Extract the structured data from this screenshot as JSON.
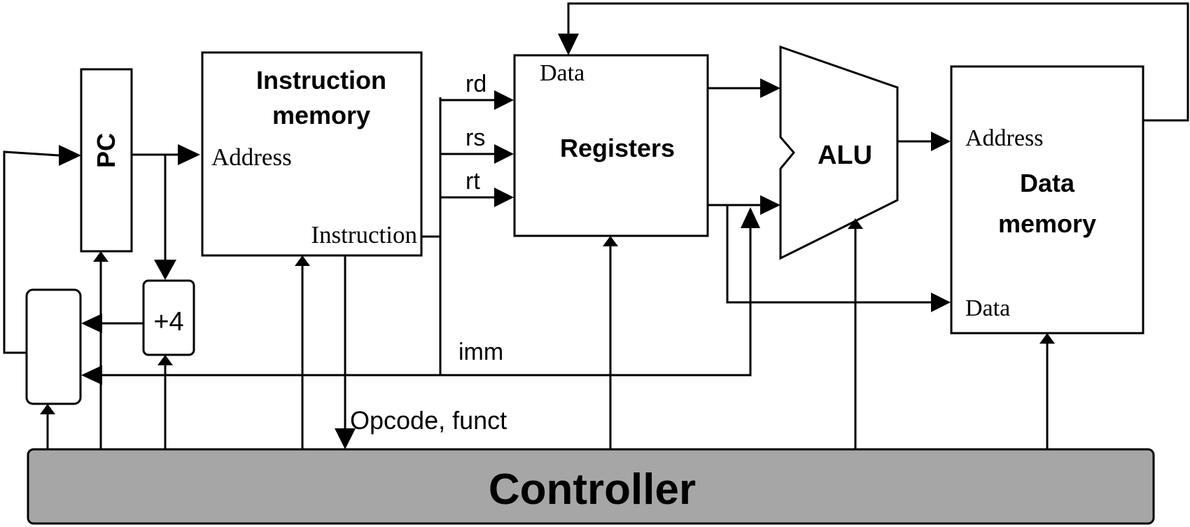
{
  "blocks": {
    "pc": "PC",
    "instruction_memory": {
      "line1": "Instruction",
      "line2": "memory",
      "address": "Address",
      "instruction": "Instruction"
    },
    "registers": {
      "title": "Registers",
      "data": "Data"
    },
    "alu": "ALU",
    "data_memory": {
      "line1": "Data",
      "line2": "memory",
      "address": "Address",
      "data": "Data"
    },
    "adder": "+4",
    "controller": "Controller"
  },
  "signals": {
    "rd": "rd",
    "rs": "rs",
    "rt": "rt",
    "imm": "imm",
    "opcode_funct": "Opcode, funct"
  },
  "colors": {
    "controller_fill": "#a6a6a6",
    "stroke": "#000000",
    "background": "#ffffff"
  }
}
